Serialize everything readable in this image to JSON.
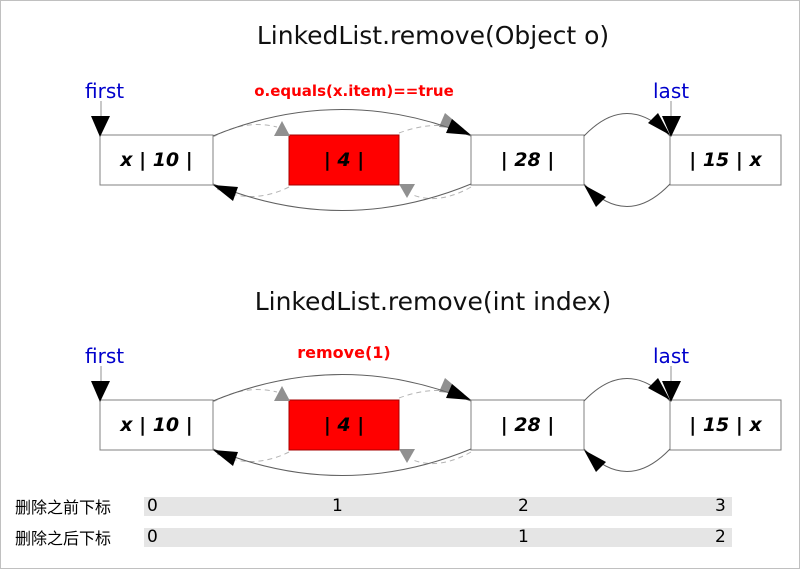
{
  "diagram1": {
    "title": "LinkedList.remove(Object o)",
    "first_label": "first",
    "last_label": "last",
    "annotation": "o.equals(x.item)==true",
    "nodes": [
      "x | 10 |",
      "| 4 |",
      "| 28 |",
      "| 15 | x"
    ]
  },
  "diagram2": {
    "title": "LinkedList.remove(int index)",
    "first_label": "first",
    "last_label": "last",
    "annotation": "remove(1)",
    "nodes": [
      "x | 10 |",
      "| 4 |",
      "| 28 |",
      "| 15 | x"
    ]
  },
  "index_table": {
    "before_label": "删除之前下标",
    "after_label": "删除之后下标",
    "before_values": [
      "0",
      "1",
      "2",
      "3"
    ],
    "after_values": [
      "0",
      "1",
      "2"
    ]
  },
  "colors": {
    "removed_node_fill": "#ff0000",
    "pointer_label_blue": "#0000cc",
    "annotation_red": "#ff0000",
    "index_band_gray": "#e5e5e5",
    "new_pointer_black": "#000000",
    "old_pointer_gray": "#909090"
  }
}
